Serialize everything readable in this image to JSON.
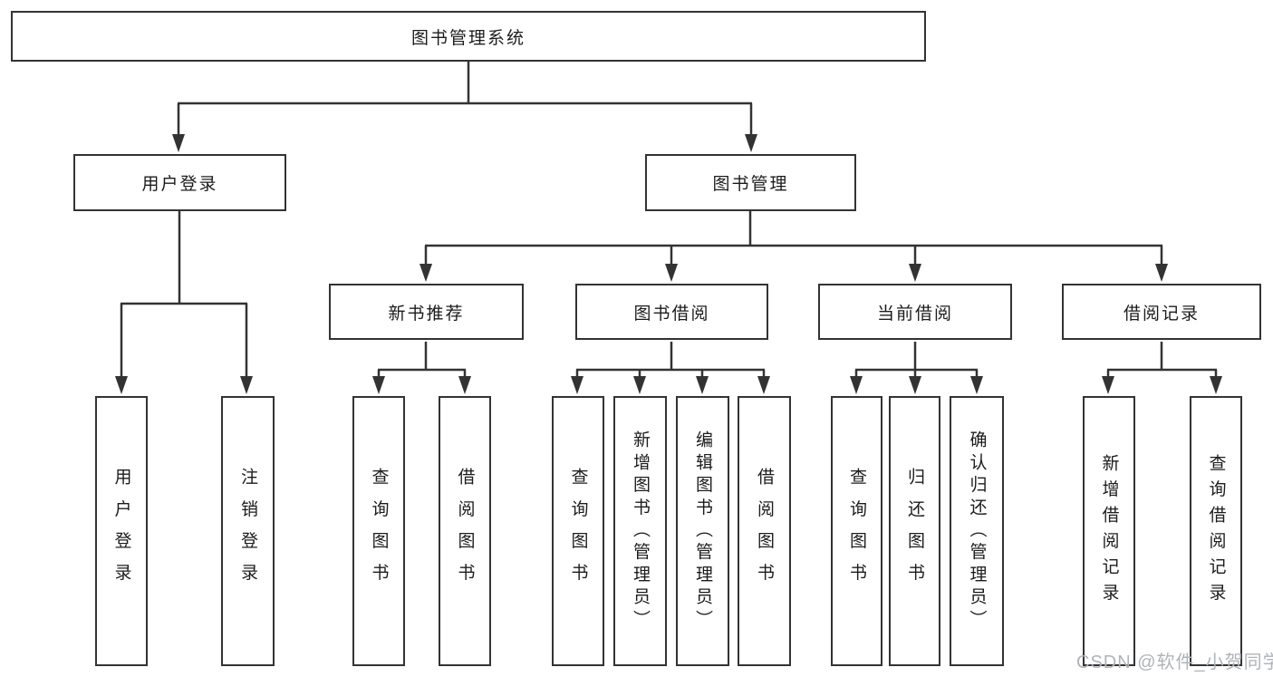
{
  "diagram_title": "图书管理系统",
  "tree": {
    "root": "图书管理系统",
    "children": [
      {
        "label": "用户登录",
        "children": [
          "用户登录",
          "注销登录"
        ]
      },
      {
        "label": "图书管理",
        "children": [
          {
            "label": "新书推荐",
            "children": [
              "查询图书",
              "借阅图书"
            ]
          },
          {
            "label": "图书借阅",
            "children": [
              "查询图书",
              "新增图书（管理员）",
              "编辑图书（管理员）",
              "借阅图书"
            ]
          },
          {
            "label": "当前借阅",
            "children": [
              "查询图书",
              "归还图书",
              "确认归还（管理员）"
            ]
          },
          {
            "label": "借阅记录",
            "children": [
              "新增借阅记录",
              "查询借阅记录"
            ]
          }
        ]
      }
    ]
  },
  "watermark": {
    "text": "CSDN @软件_小贺同学"
  },
  "colors": {
    "line": "#333333",
    "box_border": "#333333",
    "text": "#1c1c1c",
    "background": "#ffffff",
    "watermark": "#b0b3b7"
  }
}
